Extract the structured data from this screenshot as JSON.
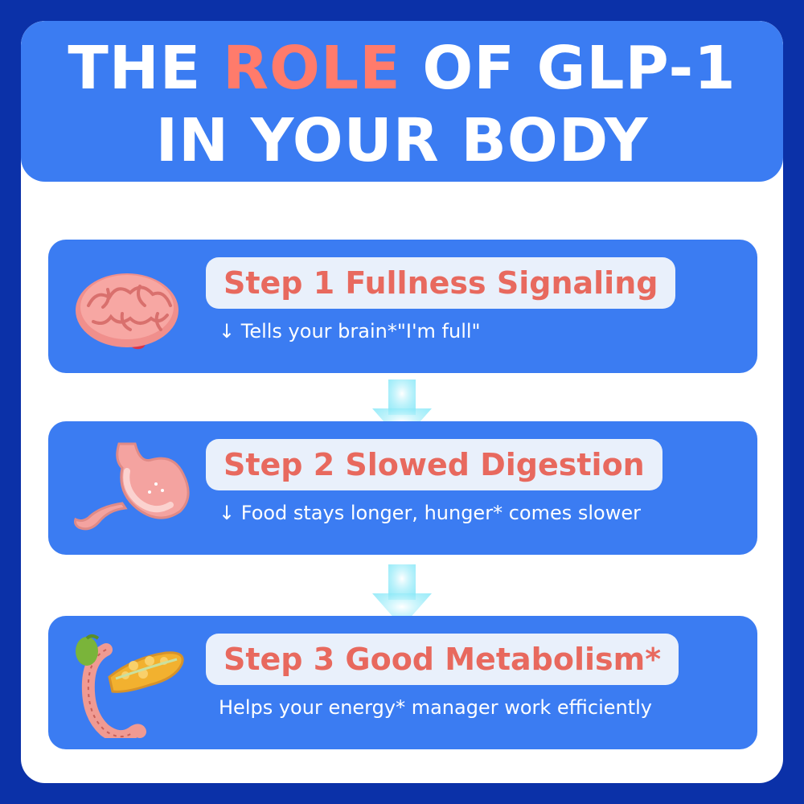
{
  "header": {
    "title_pre": "THE ",
    "title_highlight": "ROLE",
    "title_post": " OF GLP-1",
    "title_line2": "IN YOUR BODY"
  },
  "steps": [
    {
      "title": "Step 1 Fullness Signaling",
      "desc": "↓ Tells your brain*\"I'm full\"",
      "icon": "brain-icon"
    },
    {
      "title": "Step 2 Slowed Digestion",
      "desc": "↓ Food stays longer, hunger* comes slower",
      "icon": "stomach-icon"
    },
    {
      "title": "Step 3 Good Metabolism*",
      "desc": "Helps your energy* manager work efficiently",
      "icon": "pancreas-icon"
    }
  ],
  "colors": {
    "border": "#0b31a8",
    "panel_blue": "#3b7cf2",
    "accent_coral": "#ff7b6b",
    "pill_bg": "#e9f0fb",
    "arrow": "#5fe0f5"
  }
}
